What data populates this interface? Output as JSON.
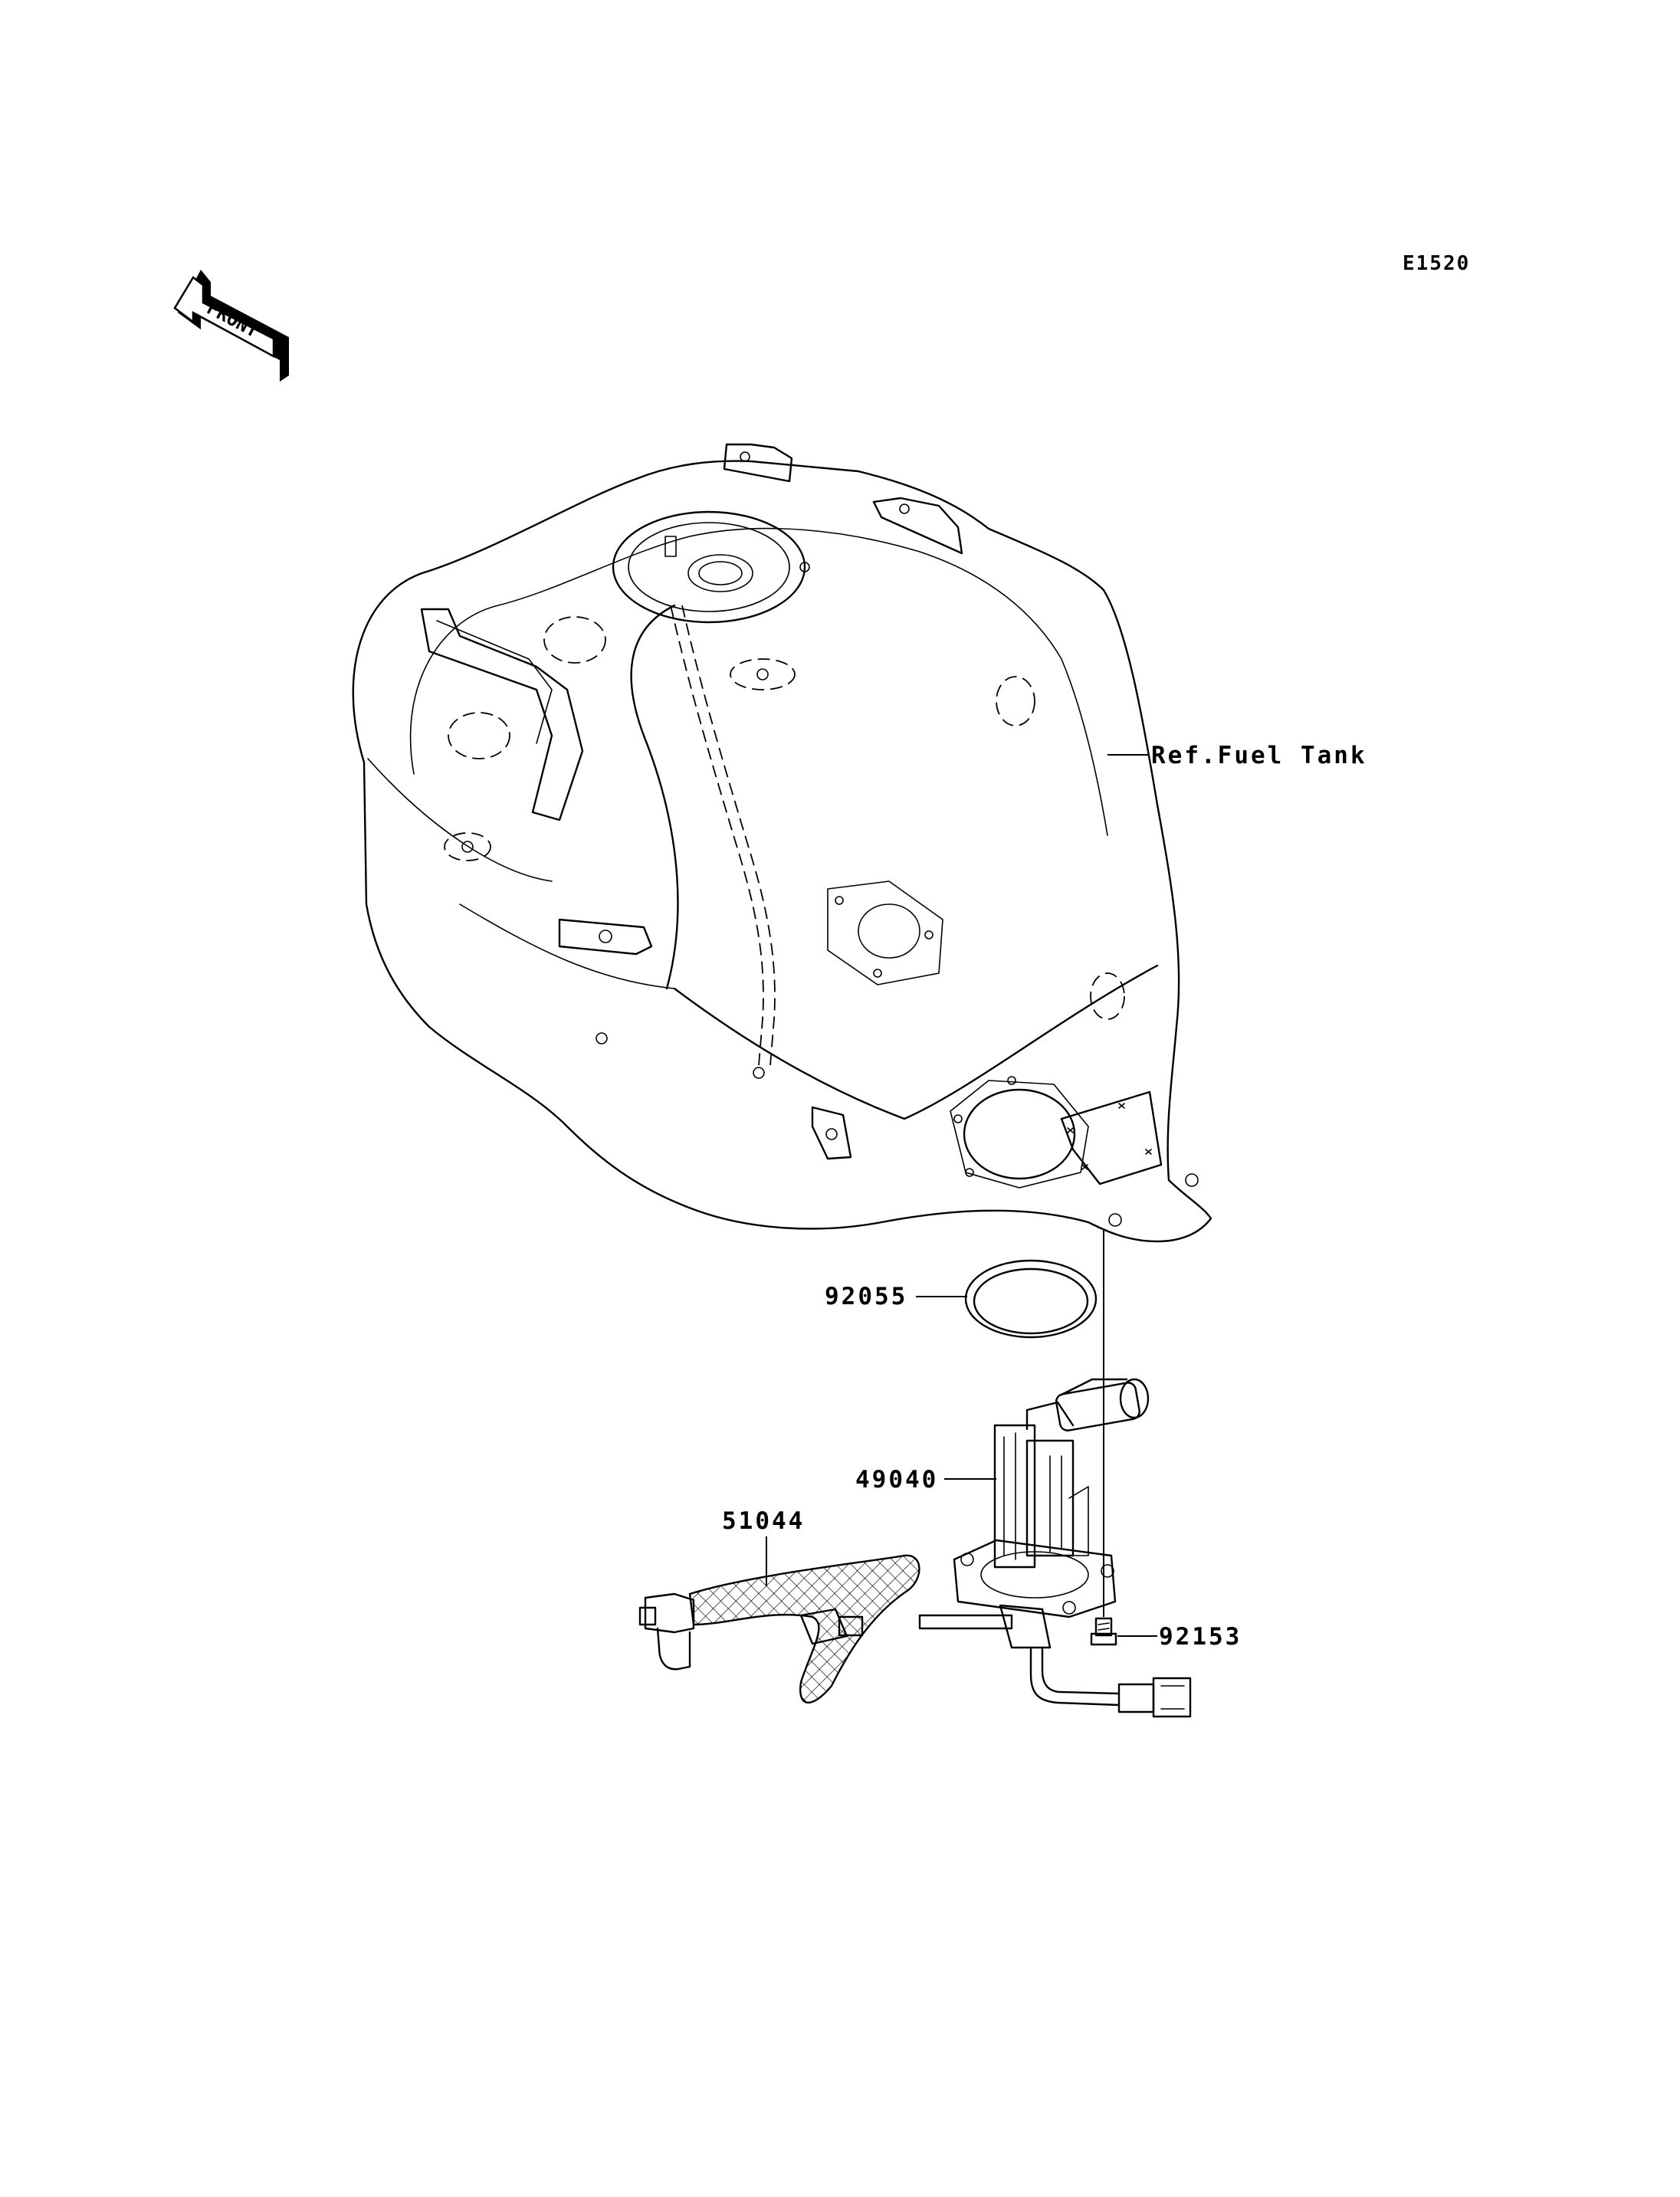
{
  "diagram_code": "E1520",
  "front_label": "FRONT",
  "parts": [
    {
      "id": "ref-fuel-tank",
      "label": "Ref.Fuel Tank"
    },
    {
      "id": "92055",
      "label": "92055"
    },
    {
      "id": "49040",
      "label": "49040"
    },
    {
      "id": "51044",
      "label": "51044"
    },
    {
      "id": "92153",
      "label": "92153"
    }
  ]
}
